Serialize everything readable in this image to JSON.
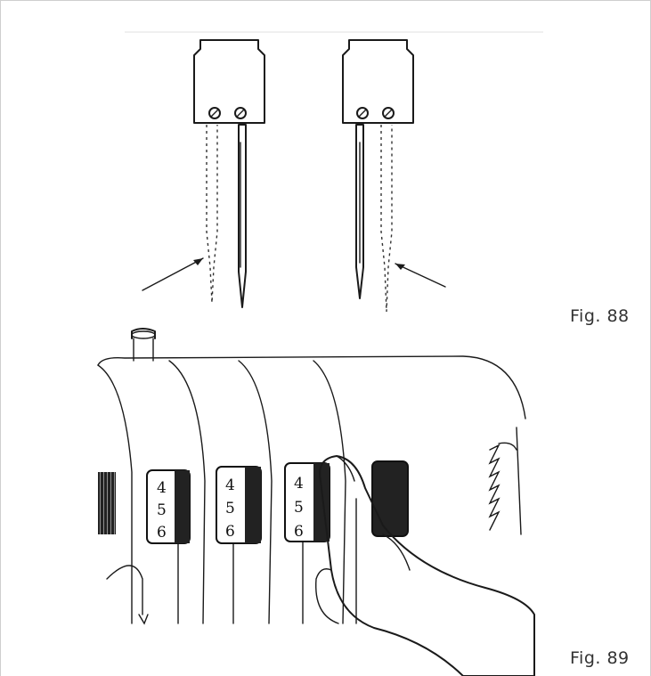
{
  "figures": [
    {
      "label": "Fig. 88"
    },
    {
      "label": "Fig. 89"
    }
  ],
  "dials": [
    {
      "numbers": [
        "4",
        "5",
        "6"
      ]
    },
    {
      "numbers": [
        "4",
        "5",
        "6"
      ]
    },
    {
      "numbers": [
        "4",
        "5",
        "6"
      ]
    }
  ]
}
